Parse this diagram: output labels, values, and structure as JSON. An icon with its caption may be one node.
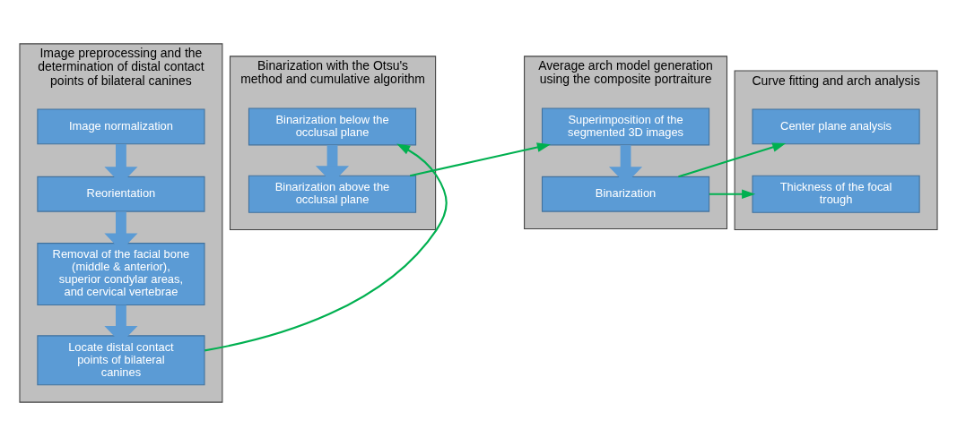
{
  "diagram": {
    "nodes": [
      {
        "text": [
          "Image preprocessing and the determination of distal contact points of bilateral canines"
        ]
      },
      {
        "text": [
          "Image normalization"
        ],
        "in": 0
      },
      {
        "text": [
          "Reorientation"
        ],
        "in": 0
      },
      {
        "text": [
          "Removal of the facial bone (middle & anterior), superior condylar areas, and cervical vertebrae"
        ],
        "in": 0
      },
      {
        "text": [
          "Locate distal contact points of bilateral canines"
        ],
        "in": 0
      },
      {
        "text": [
          "Binarization with the Otsu's method and cumulative algorithm"
        ]
      },
      {
        "text": [
          "Binarization below the occlusal plane"
        ],
        "in": 5
      },
      {
        "text": [
          "Binarization above the occlusal plane"
        ],
        "in": 5
      },
      {
        "text": [
          "Average arch model generation using the composite portraiture"
        ]
      },
      {
        "text": [
          "Superimposition of the segmented 3D images"
        ],
        "in": 8
      },
      {
        "text": [
          "Binarization"
        ],
        "in": 8
      },
      {
        "text": [
          "Curve fitting and arch analysis"
        ]
      },
      {
        "text": [
          "Center plane analysis"
        ],
        "in": 11
      },
      {
        "text": [
          "Thickness of the focal trough"
        ],
        "in": 11
      }
    ],
    "edges": [
      {
        "from": 1,
        "to": 2,
        "arrow": "to"
      },
      {
        "from": 2,
        "to": 3,
        "arrow": "to"
      },
      {
        "from": 3,
        "to": 4,
        "arrow": "to"
      },
      {
        "from": 4,
        "to": 6,
        "arrow": "to",
        "color": "#00b050"
      },
      {
        "from": 6,
        "to": 7,
        "arrow": "to"
      },
      {
        "from": 7,
        "to": 9,
        "arrow": "to",
        "color": "#00b050"
      },
      {
        "from": 9,
        "to": 10,
        "arrow": "to"
      },
      {
        "from": 10,
        "to": 12,
        "arrow": "to",
        "color": "#00b050"
      },
      {
        "from": 10,
        "to": 13,
        "arrow": "to",
        "color": "#00b050"
      }
    ]
  }
}
